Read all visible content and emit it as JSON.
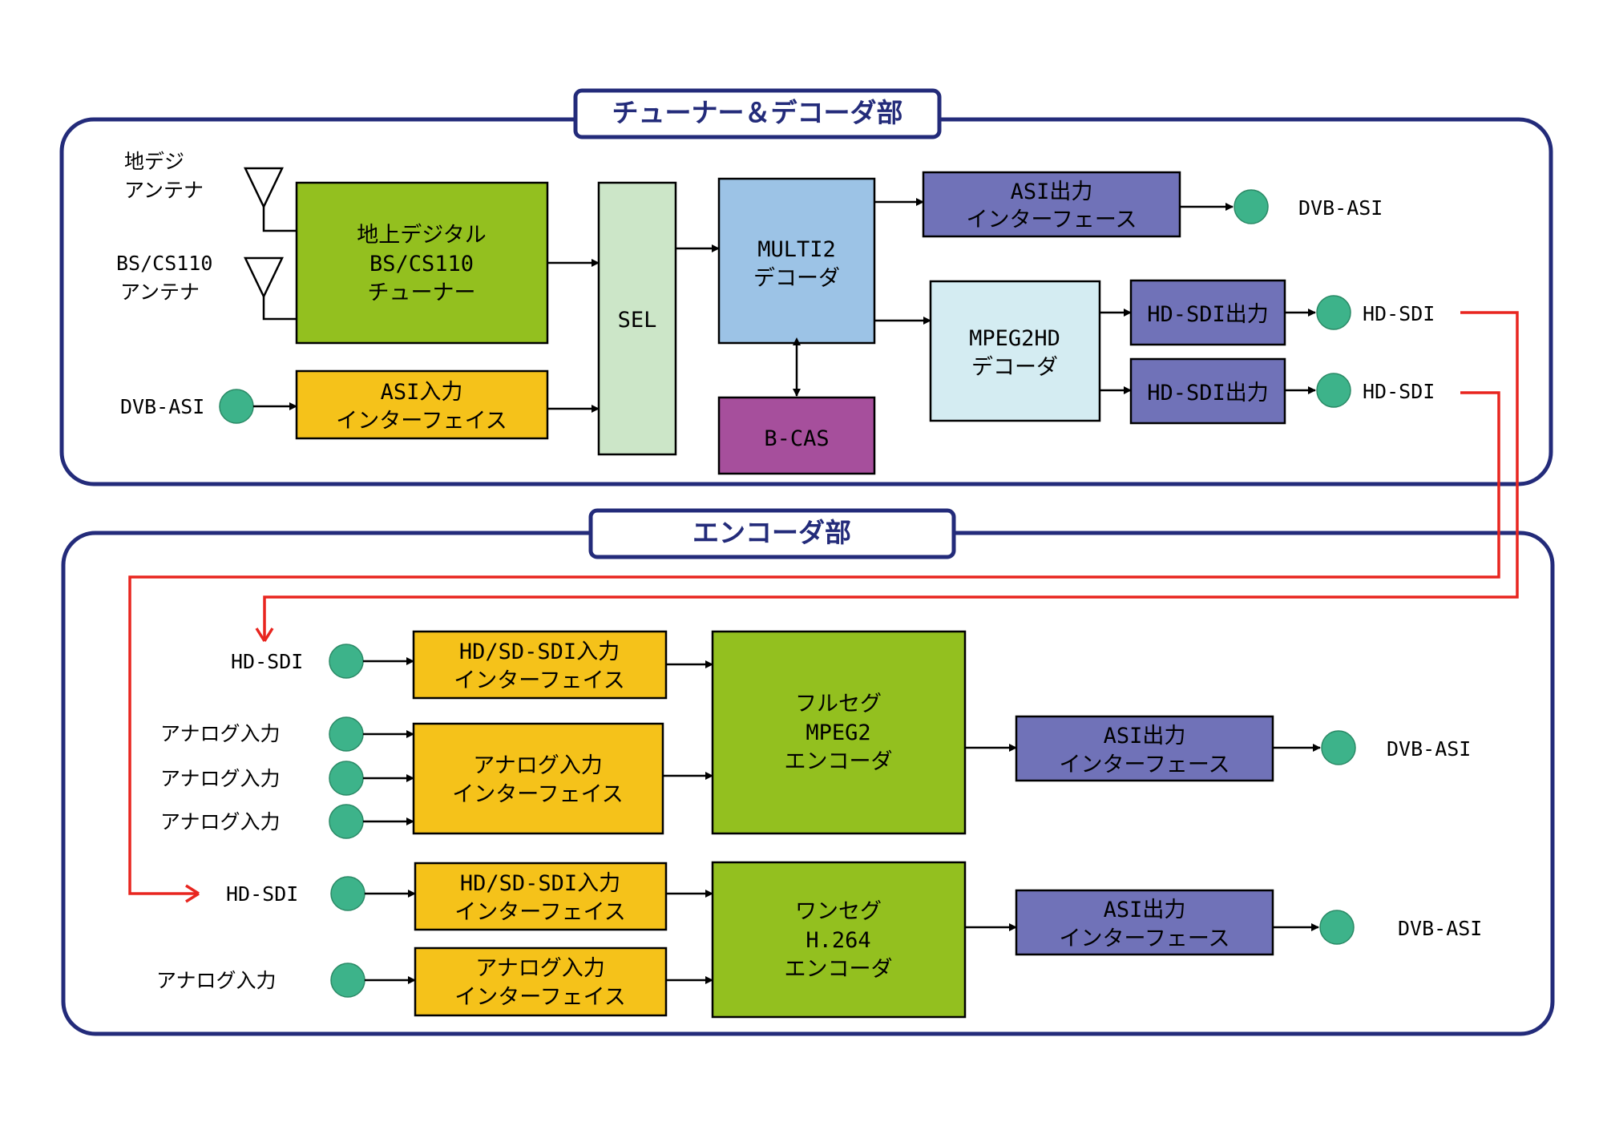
{
  "sections": {
    "tuner_title": "チューナー＆デコーダ部",
    "encoder_title": "エンコーダ部"
  },
  "colors": {
    "frame": "#232b7a",
    "green_block": "#93c01f",
    "sel_block": "#cce6c8",
    "multi2_block": "#9cc3e6",
    "mpeg2hd_block": "#d4ecf2",
    "purple_block": "#7072b8",
    "bcas_block": "#a64f9c",
    "yellow_block": "#f5c21a",
    "connector": "#3db38a",
    "red_wire": "#e8251f"
  },
  "tuner": {
    "antenna_terrestrial": [
      "地デジ",
      "アンテナ"
    ],
    "antenna_bs": [
      "BS/CS110",
      "アンテナ"
    ],
    "tuner_block": [
      "地上デジタル",
      "BS/CS110",
      "チューナー"
    ],
    "dvb_asi_in_label": "DVB-ASI",
    "asi_in_block": [
      "ASI入力",
      "インターフェイス"
    ],
    "sel_block": "SEL",
    "multi2_block": [
      "MULTI2",
      "デコーダ"
    ],
    "bcas_block": "B-CAS",
    "asi_out_block": [
      "ASI出力",
      "インターフェース"
    ],
    "dvb_asi_out_label": "DVB-ASI",
    "mpeg2hd_block": [
      "MPEG2HD",
      "デコーダ"
    ],
    "hdsdi_out_block_1": "HD-SDI出力",
    "hdsdi_out_block_2": "HD-SDI出力",
    "hdsdi_label_1": "HD-SDI",
    "hdsdi_label_2": "HD-SDI"
  },
  "encoder": {
    "hdsdi_in_label_1": "HD-SDI",
    "sdi_in_block_1": [
      "HD/SD-SDI入力",
      "インターフェイス"
    ],
    "analog_labels": [
      "アナログ入力",
      "アナログ入力",
      "アナログ入力"
    ],
    "analog_block_1": [
      "アナログ入力",
      "インターフェイス"
    ],
    "fullseg_block": [
      "フルセグ",
      "MPEG2",
      "エンコーダ"
    ],
    "asi_out_block_1": [
      "ASI出力",
      "インターフェース"
    ],
    "dvb_asi_label_1": "DVB-ASI",
    "hdsdi_in_label_2": "HD-SDI",
    "sdi_in_block_2": [
      "HD/SD-SDI入力",
      "インターフェイス"
    ],
    "analog_label_4": "アナログ入力",
    "analog_block_2": [
      "アナログ入力",
      "インターフェイス"
    ],
    "oneseg_block": [
      "ワンセグ",
      "H.264",
      "エンコーダ"
    ],
    "asi_out_block_2": [
      "ASI出力",
      "インターフェース"
    ],
    "dvb_asi_label_2": "DVB-ASI"
  }
}
